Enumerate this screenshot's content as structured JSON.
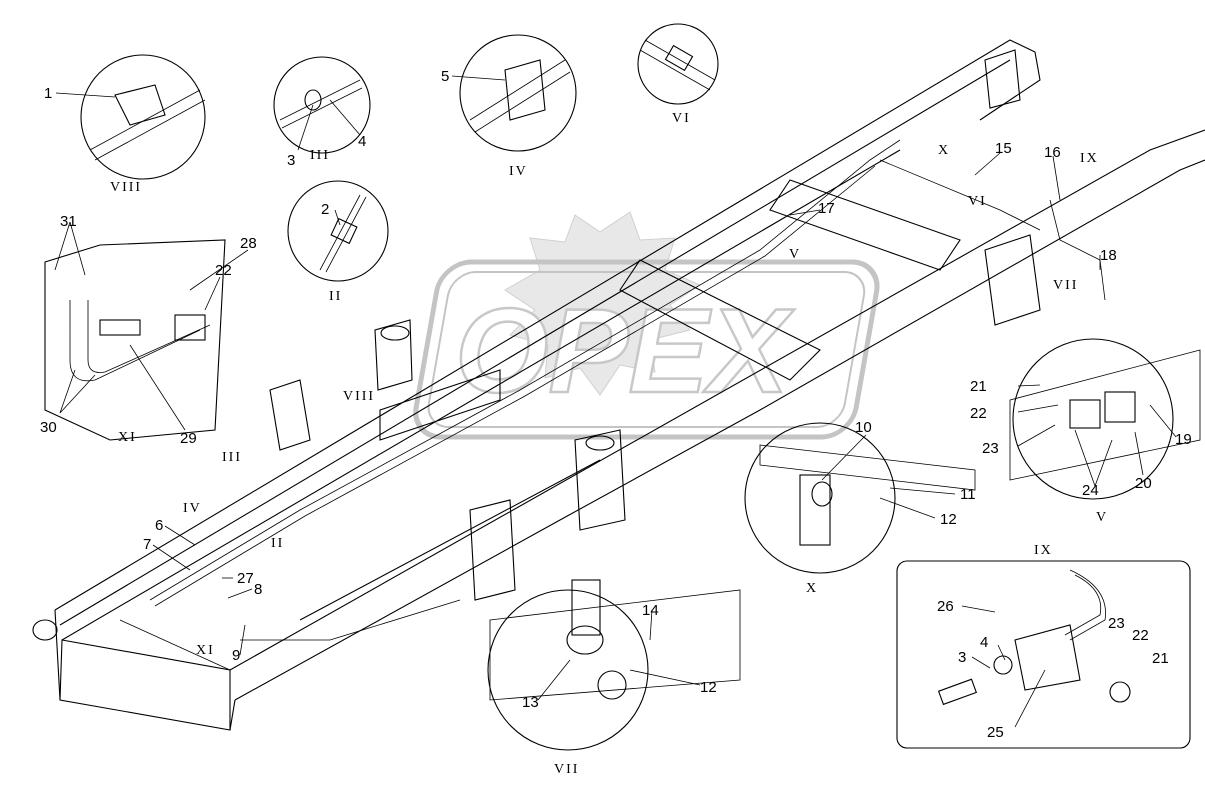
{
  "watermark": {
    "text": "OPEX"
  },
  "part_numbers": [
    "1",
    "2",
    "3",
    "4",
    "5",
    "6",
    "7",
    "8",
    "9",
    "10",
    "11",
    "12",
    "13",
    "14",
    "15",
    "16",
    "17",
    "18",
    "19",
    "20",
    "21",
    "22",
    "23",
    "24",
    "25",
    "26",
    "27",
    "28",
    "29",
    "30",
    "31"
  ],
  "detail_views": {
    "VIII": "VIII",
    "III": "III",
    "IV": "IV",
    "VI": "VI",
    "II": "II",
    "XI": "XI",
    "V": "V",
    "X": "X",
    "VII": "VII",
    "IX": "IX"
  },
  "labels": {
    "n1": "1",
    "n3": "3",
    "n4": "4",
    "n5": "5",
    "n2": "2",
    "n31": "31",
    "n28": "28",
    "n22a": "22",
    "n30": "30",
    "n29": "29",
    "n15": "15",
    "n16": "16",
    "n17": "17",
    "n18": "18",
    "n21a": "21",
    "n22b": "22",
    "n23a": "23",
    "n24": "24",
    "n20": "20",
    "n19": "19",
    "n10": "10",
    "n11": "11",
    "n12a": "12",
    "n14": "14",
    "n12b": "12",
    "n13": "13",
    "n6": "6",
    "n7": "7",
    "n8": "8",
    "n9": "9",
    "n27": "27",
    "n26": "26",
    "n4b": "4",
    "n3b": "3",
    "n23b": "23",
    "n22c": "22",
    "n21b": "21",
    "n25": "25"
  },
  "view_labels": {
    "v8_cap": "VIII",
    "v3_cap": "III",
    "v4_cap": "IV",
    "v6_cap": "VI",
    "v2_cap": "II",
    "v11_cap": "XI",
    "v5_cap": "V",
    "v10_cap": "X",
    "v7_cap": "VII",
    "v9_cap": "IX",
    "frame_x": "X",
    "frame_vi": "VI",
    "frame_ix": "IX",
    "frame_v": "V",
    "frame_vii": "VII",
    "frame_viii": "VIII",
    "frame_iii": "III",
    "frame_iv": "IV",
    "frame_ii": "II",
    "frame_xi": "XI"
  }
}
